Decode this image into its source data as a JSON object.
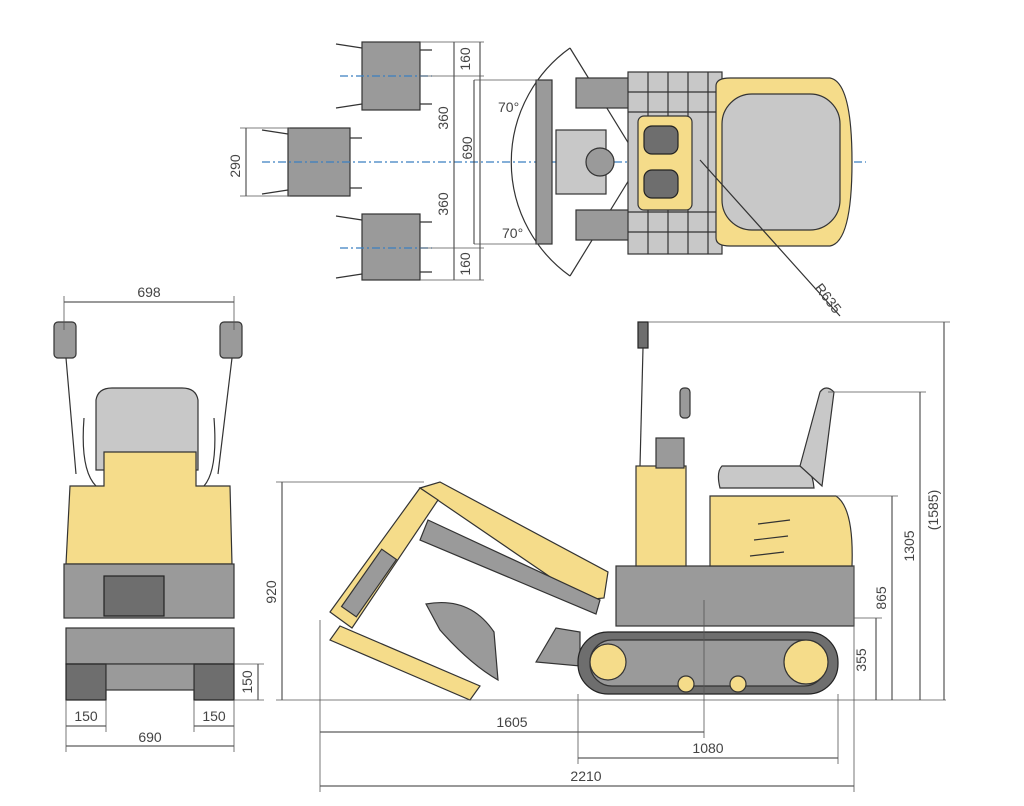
{
  "diagram": {
    "top_view": {
      "bucket_width": "290",
      "swing_offset_top": "160",
      "swing_offset_bottom": "160",
      "boom_offset_upper": "360",
      "boom_offset_lower": "360",
      "blade_width": "690",
      "swing_angle_upper": "70°",
      "swing_angle_lower": "70°",
      "tail_radius": "R635"
    },
    "front_view": {
      "mirror_width": "698",
      "track_width": "690",
      "track_shoe_left": "150",
      "track_shoe_right": "150",
      "track_height": "150"
    },
    "side_view": {
      "max_dig_depth_left": "920",
      "blade_height": "355",
      "upper_height": "865",
      "seat_height": "1305",
      "overall_height": "(1585)",
      "boom_reach": "1605",
      "track_length": "1080",
      "overall_length": "2210"
    },
    "colors": {
      "machine_yellow": "#f5dc8a",
      "machine_gray": "#9a9a9a",
      "centerline_blue": "#3a7fc1"
    }
  }
}
